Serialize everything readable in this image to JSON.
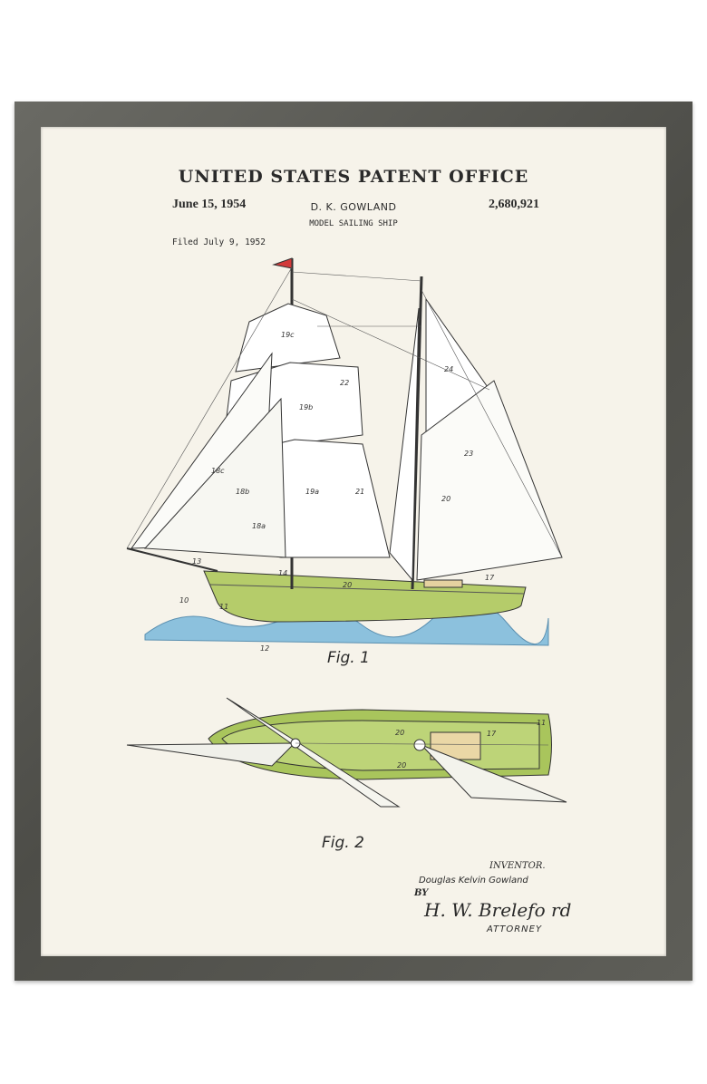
{
  "header": {
    "title": "UNITED STATES PATENT OFFICE",
    "date": "June 15, 1954",
    "inventor_short": "D. K. GOWLAND",
    "patent_number": "2,680,921",
    "invention": "MODEL SAILING SHIP",
    "filed": "Filed July 9, 1952"
  },
  "figures": {
    "fig1": "Fig. 1",
    "fig2": "Fig. 2"
  },
  "signature": {
    "inventor_label": "INVENTOR.",
    "inventor_name": "Douglas Kelvin Gowland",
    "by": "BY",
    "attorney_signature": "H. W. Brelefo rd",
    "attorney_label": "ATTORNEY"
  },
  "colors": {
    "frame": "#55554f",
    "paper": "#f6f3ea",
    "hull": "#b5cc6a",
    "water": "#7fb8d8",
    "sail": "#ffffff",
    "flag": "#d23a3a"
  }
}
